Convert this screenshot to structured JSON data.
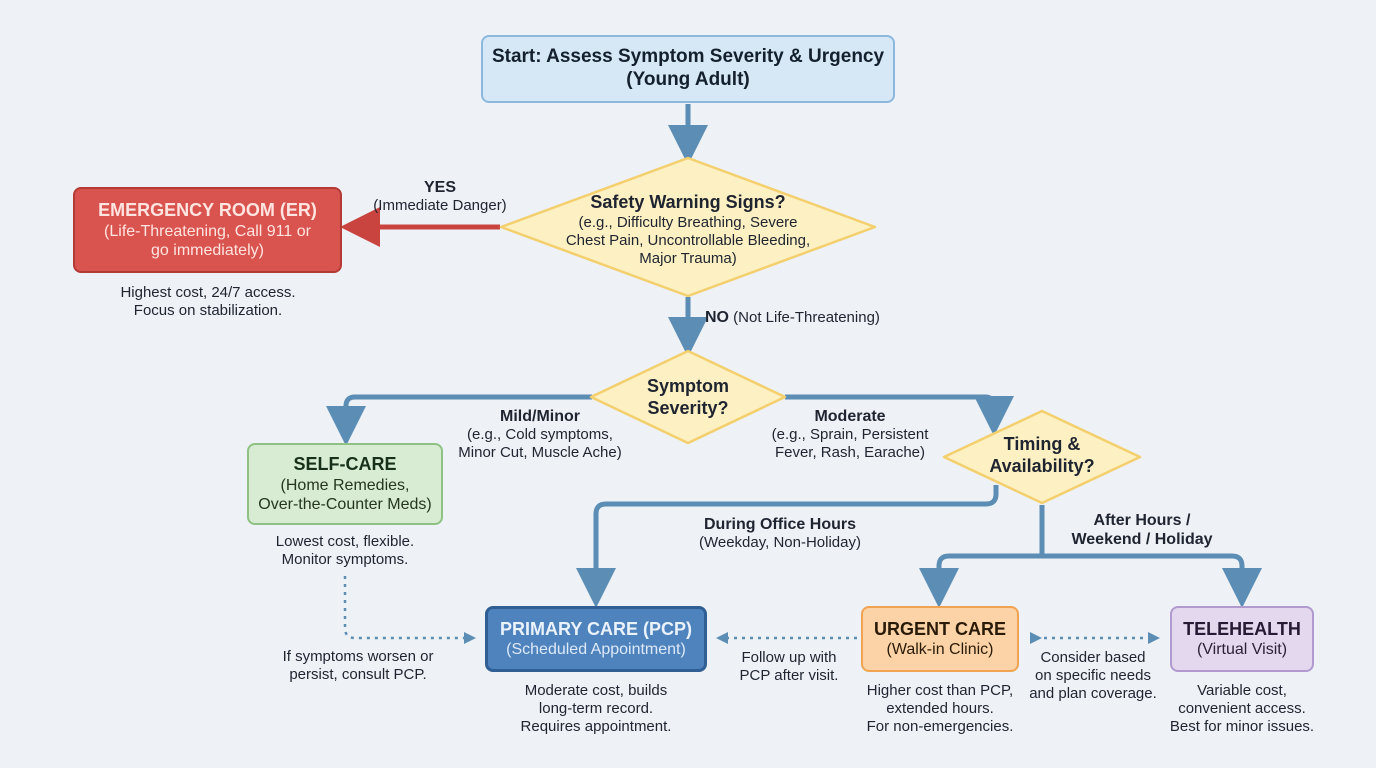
{
  "start": {
    "line1": "Start: Assess Symptom Severity & Urgency",
    "line2": "(Young Adult)"
  },
  "safety": {
    "title": "Safety Warning Signs?",
    "line1": "(e.g., Difficulty Breathing, Severe",
    "line2": "Chest Pain, Uncontrollable Bleeding,",
    "line3": "Major Trauma)"
  },
  "yes_label": {
    "bold": "YES",
    "text": "(Immediate Danger)"
  },
  "er": {
    "title": "EMERGENCY ROOM (ER)",
    "line1": "(Life-Threatening, Call 911 or",
    "line2": "go immediately)",
    "note1": "Highest cost, 24/7 access.",
    "note2": "Focus on stabilization."
  },
  "no_label": {
    "bold": "NO",
    "text": "(Not Life-Threatening)"
  },
  "severity": {
    "line1": "Symptom",
    "line2": "Severity?"
  },
  "mild_label": {
    "bold": "Mild/Minor",
    "line1": "(e.g., Cold symptoms,",
    "line2": "Minor Cut, Muscle Ache)"
  },
  "moderate_label": {
    "bold": "Moderate",
    "line1": "(e.g., Sprain, Persistent",
    "line2": "Fever, Rash, Earache)"
  },
  "timing": {
    "line1": "Timing &",
    "line2": "Availability?"
  },
  "selfcare": {
    "title": "SELF-CARE",
    "line1": "(Home Remedies,",
    "line2": "Over-the-Counter Meds)",
    "note1": "Lowest cost, flexible.",
    "note2": "Monitor symptoms."
  },
  "office_label": {
    "bold": "During Office Hours",
    "text": "(Weekday, Non-Holiday)"
  },
  "afterhours_label": {
    "line1": "After Hours /",
    "line2": "Weekend / Holiday"
  },
  "worsen_label": {
    "line1": "If symptoms worsen or",
    "line2": "persist, consult PCP."
  },
  "pcp": {
    "title": "PRIMARY CARE (PCP)",
    "sub": "(Scheduled Appointment)",
    "note1": "Moderate cost, builds",
    "note2": "long-term record.",
    "note3": "Requires appointment."
  },
  "followup_label": {
    "line1": "Follow up with",
    "line2": "PCP after visit."
  },
  "urgent": {
    "title": "URGENT CARE",
    "sub": "(Walk-in Clinic)",
    "note1": "Higher cost than PCP,",
    "note2": "extended hours.",
    "note3": "For non-emergencies."
  },
  "consider_label": {
    "line1": "Consider based",
    "line2": "on specific needs",
    "line3": "and plan coverage."
  },
  "tele": {
    "title": "TELEHEALTH",
    "sub": "(Virtual Visit)",
    "note1": "Variable cost,",
    "note2": "convenient access.",
    "note3": "Best for minor issues."
  },
  "colors": {
    "flow": "#5b8db5",
    "danger": "#c9433f",
    "diamond_fill": "#fdf0c2",
    "diamond_stroke": "#f3cf6d",
    "background": "#eef1f5"
  }
}
